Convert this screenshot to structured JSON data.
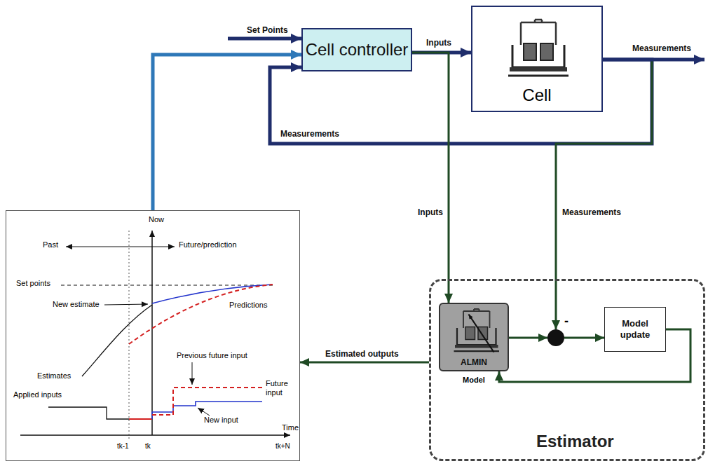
{
  "diagram": {
    "nodes": [
      {
        "text": [
          "Cell controller"
        ]
      },
      {
        "text": [
          "Cell"
        ]
      },
      {
        "text": [
          "Now",
          "Past",
          "Future/prediction",
          "Set points",
          "New estimate",
          "Predictions",
          "Estimates",
          "Previous future input",
          "Future input",
          "Applied inputs",
          "New input",
          "Time",
          "tk-1",
          "tk",
          "tk+N"
        ]
      },
      {
        "text": [
          "Estimator"
        ]
      },
      {
        "text": [
          "ALMIN",
          "Model"
        ],
        "in": 3
      },
      {
        "text": [
          "-"
        ],
        "in": 3
      },
      {
        "text": [
          "Model update"
        ],
        "in": 3
      }
    ],
    "edges": [
      {
        "from": 0,
        "to": 1,
        "arrow": "to",
        "label": "Inputs"
      },
      {
        "from": 1,
        "to": 0,
        "arrow": "to",
        "label": "Measurements"
      },
      {
        "from": 0,
        "to": 4,
        "arrow": "to",
        "label": "Inputs"
      },
      {
        "from": 1,
        "to": 5,
        "arrow": "to",
        "label": "Measurements"
      },
      {
        "from": 4,
        "to": 5,
        "arrow": "to"
      },
      {
        "from": 5,
        "to": 6,
        "arrow": "to"
      },
      {
        "from": 6,
        "to": 4,
        "arrow": "to"
      },
      {
        "from": 3,
        "to": 2,
        "arrow": "to",
        "label": "Estimated outputs"
      },
      {
        "from": 2,
        "to": 0,
        "arrow": "to"
      }
    ],
    "labels": [
      "Set Points",
      "Measurements"
    ]
  }
}
